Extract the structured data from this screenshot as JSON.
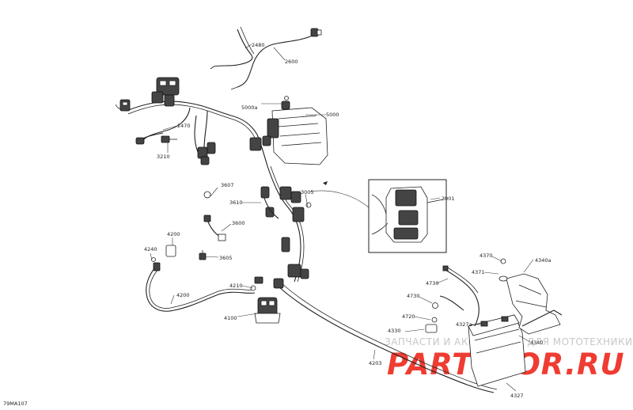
{
  "diagram": {
    "code": "79MA107",
    "callouts": [
      "2480",
      "2600",
      "5000a",
      "5000",
      "2470",
      "3210",
      "3607",
      "3005",
      "3001",
      "3610",
      "3600",
      "3605",
      "4200",
      "4240",
      "4210",
      "4100",
      "4200",
      "4203",
      "4370",
      "4340a",
      "4371",
      "4730",
      "4730",
      "4720",
      "4327a",
      "4330",
      "4340",
      "4327"
    ]
  },
  "watermark": {
    "tagline": "ЗАПЧАСТИ И АКСЕССУАРЫ ДЛЯ МОТОТЕХНИКИ",
    "brand": "PARTSFOR.RU"
  }
}
